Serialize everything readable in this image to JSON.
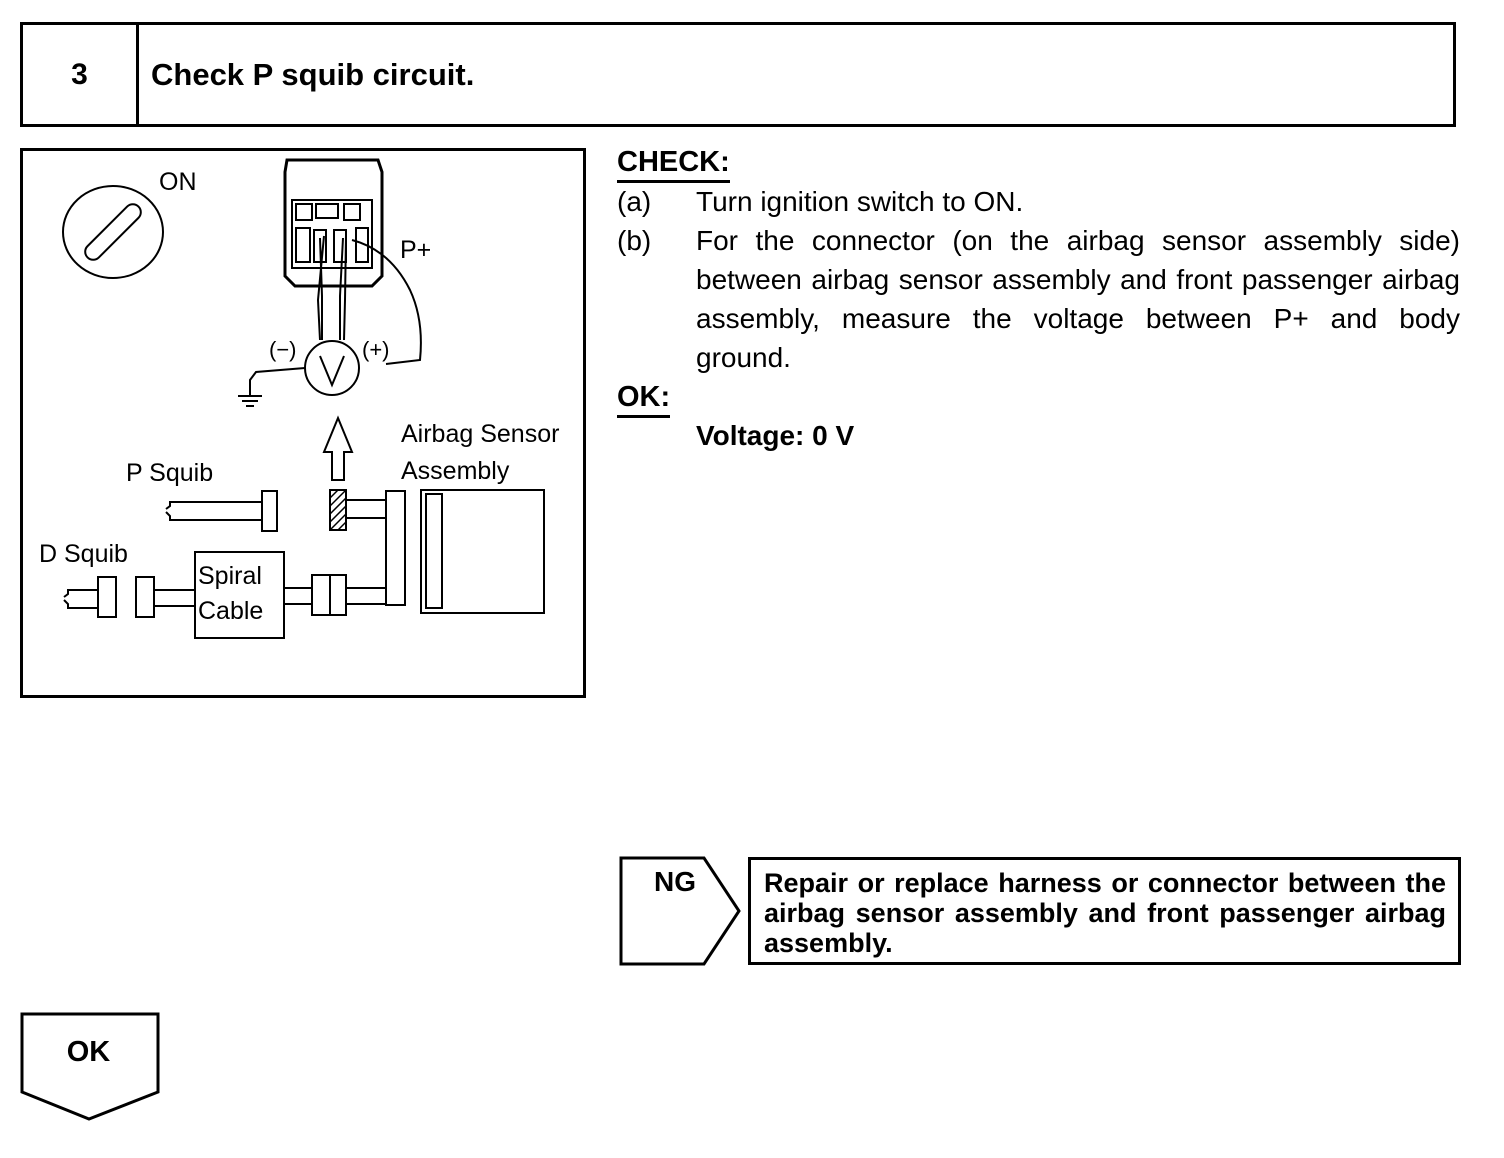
{
  "step": {
    "number": "3",
    "title": "Check P squib circuit."
  },
  "diagram": {
    "ignition_label": "ON",
    "terminal_label": "P+",
    "negative_label": "(−)",
    "positive_label": "(+)",
    "meter_symbol": "V",
    "sensor_label_line1": "Airbag Sensor",
    "sensor_label_line2": "Assembly",
    "p_squib_label": "P Squib",
    "d_squib_label": "D Squib",
    "spiral_label_line1": "Spiral",
    "spiral_label_line2": "Cable"
  },
  "check": {
    "heading": "CHECK:",
    "items": [
      {
        "label": "(a)",
        "text": "Turn ignition switch to ON."
      },
      {
        "label": "(b)",
        "text": "For the connector (on the airbag sensor assembly side) between airbag sensor assembly and front passenger airbag assembly, measure the voltage between P+ and body ground."
      }
    ]
  },
  "ok_spec": {
    "heading": "OK:",
    "value": "Voltage: 0 V"
  },
  "ng_result": {
    "label": "NG",
    "action": "Repair or replace harness or connector between the airbag sensor assembly and front passenger airbag assembly."
  },
  "ok_result": {
    "label": "OK"
  }
}
